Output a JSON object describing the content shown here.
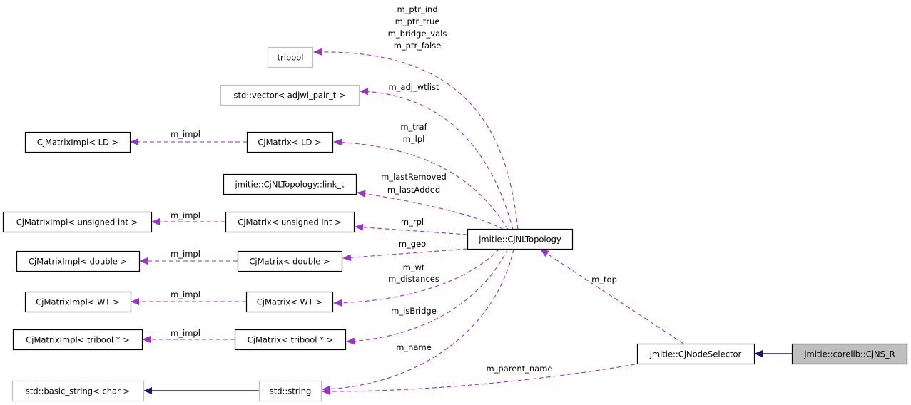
{
  "colors": {
    "usage_edge": "#9a32cd",
    "inheritance_edge": "#191970",
    "current_node_fill": "#bfbfbf",
    "external_node_border": "#bfbfbf"
  },
  "nodes": {
    "tribool": "tribool",
    "vector": "std::vector< adjwl_pair_t >",
    "impl_ld": "CjMatrixImpl< LD >",
    "matrix_ld": "CjMatrix< LD >",
    "link_t": "jmitie::CjNLTopology::link_t",
    "impl_uint": "CjMatrixImpl< unsigned int >",
    "matrix_uint": "CjMatrix< unsigned int >",
    "impl_double": "CjMatrixImpl< double >",
    "matrix_double": "CjMatrix< double >",
    "impl_wt": "CjMatrixImpl< WT >",
    "matrix_wt": "CjMatrix< WT >",
    "impl_tribool": "CjMatrixImpl< tribool * >",
    "matrix_tribool": "CjMatrix< tribool * >",
    "basic_string": "std::basic_string< char >",
    "string": "std::string",
    "topology": "jmitie::CjNLTopology",
    "node_selector": "jmitie::CjNodeSelector",
    "current": "jmitie::corelib::CjNS_R"
  },
  "edge_labels": {
    "tribool": [
      "m_ptr_ind",
      "m_ptr_true",
      "m_bridge_vals",
      "m_ptr_false"
    ],
    "vector": [
      "m_adj_wtlist"
    ],
    "matrix_ld": [
      "m_traf",
      "m_lpl"
    ],
    "link_t": [
      "m_lastRemoved",
      "m_lastAdded"
    ],
    "matrix_uint": [
      "m_rpl"
    ],
    "matrix_double": [
      "m_geo"
    ],
    "matrix_wt": [
      "m_wt",
      "m_distances"
    ],
    "matrix_tribool": [
      "m_isBridge"
    ],
    "string_name": [
      "m_name"
    ],
    "top": [
      "m_top"
    ],
    "parent_name": [
      "m_parent_name"
    ],
    "impl": "m_impl"
  }
}
